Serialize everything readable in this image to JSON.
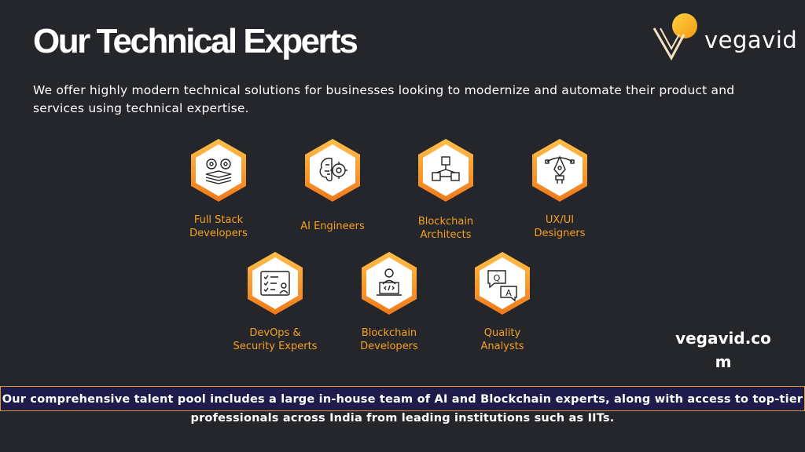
{
  "header": {
    "title": "Our Technical Experts",
    "logo_text": "vegavid"
  },
  "subtitle": "We offer highly modern technical solutions for businesses looking to modernize and automate their product and services using technical expertise.",
  "experts": [
    {
      "label": "Full Stack\nDevelopers",
      "icon": "full-stack-gears-icon"
    },
    {
      "label": "AI Engineers",
      "icon": "ai-brain-gear-icon"
    },
    {
      "label": "Blockchain\nArchitects",
      "icon": "blockchain-cubes-icon"
    },
    {
      "label": "UX/UI\nDesigners",
      "icon": "pen-tool-icon"
    },
    {
      "label": "DevOps &\nSecurity Experts",
      "icon": "devops-checklist-icon"
    },
    {
      "label": "Blockchain\nDevelopers",
      "icon": "developer-laptop-icon"
    },
    {
      "label": "Quality\nAnalysts",
      "icon": "qa-chat-bubbles-icon"
    }
  ],
  "website": "vegavid.com",
  "footer": "Our comprehensive talent pool includes a large in-house team of AI and Blockchain experts, along with access to top-tier professionals across India from leading institutions such as IITs.",
  "colors": {
    "background": "#25262b",
    "accent": "#f6a01e",
    "banner": "#1e1c4a"
  }
}
